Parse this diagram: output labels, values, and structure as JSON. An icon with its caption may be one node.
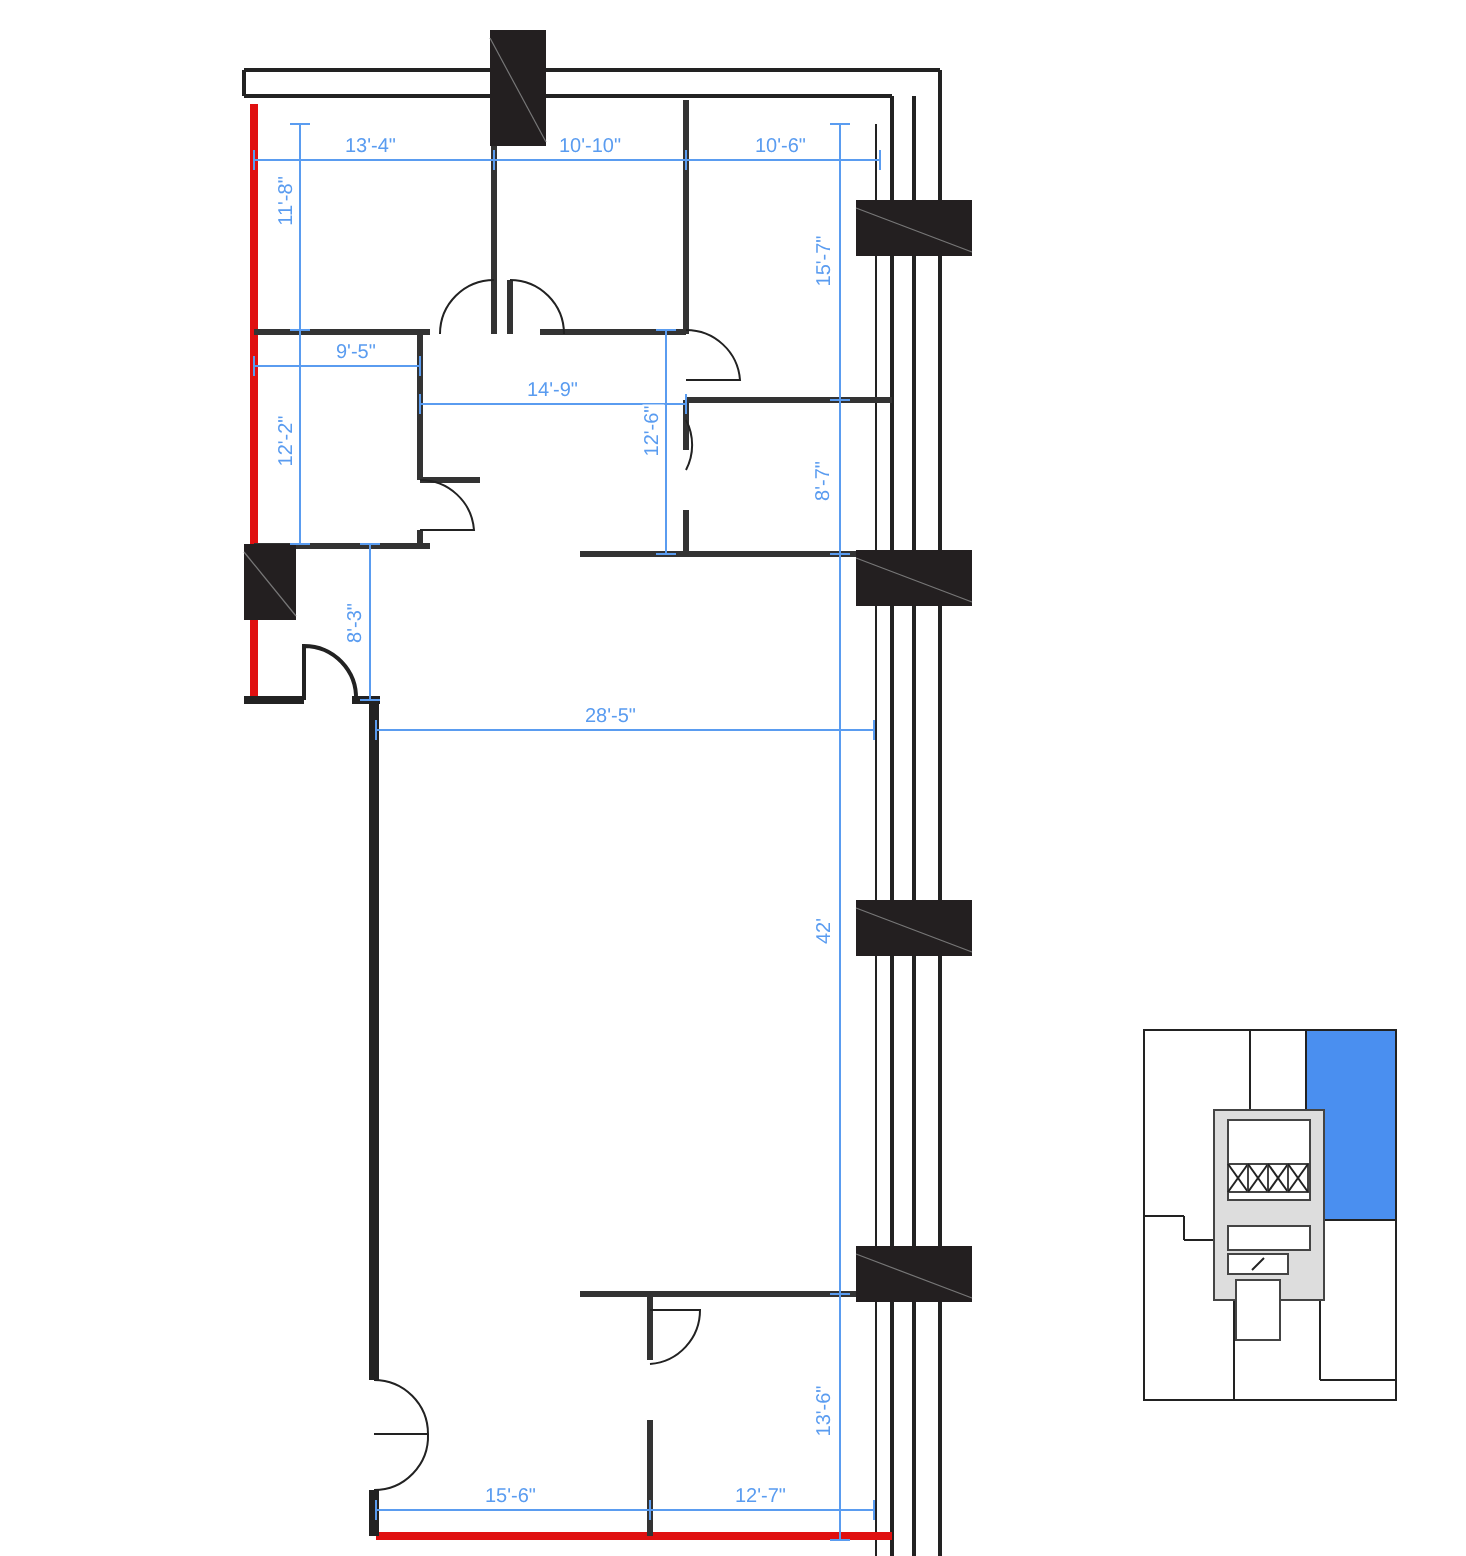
{
  "diagram": {
    "labels": [
      "13'-4\"",
      "10'-10\"",
      "10'-6\"",
      "11'-8\"",
      "15'-7\"",
      "9'-5\"",
      "14'-9\"",
      "12'-2\"",
      "12'-6\"",
      "8'-7\"",
      "8'-3\"",
      "28'-5\"",
      "42'",
      "13'-6\"",
      "15'-6\"",
      "12'-7\""
    ]
  }
}
